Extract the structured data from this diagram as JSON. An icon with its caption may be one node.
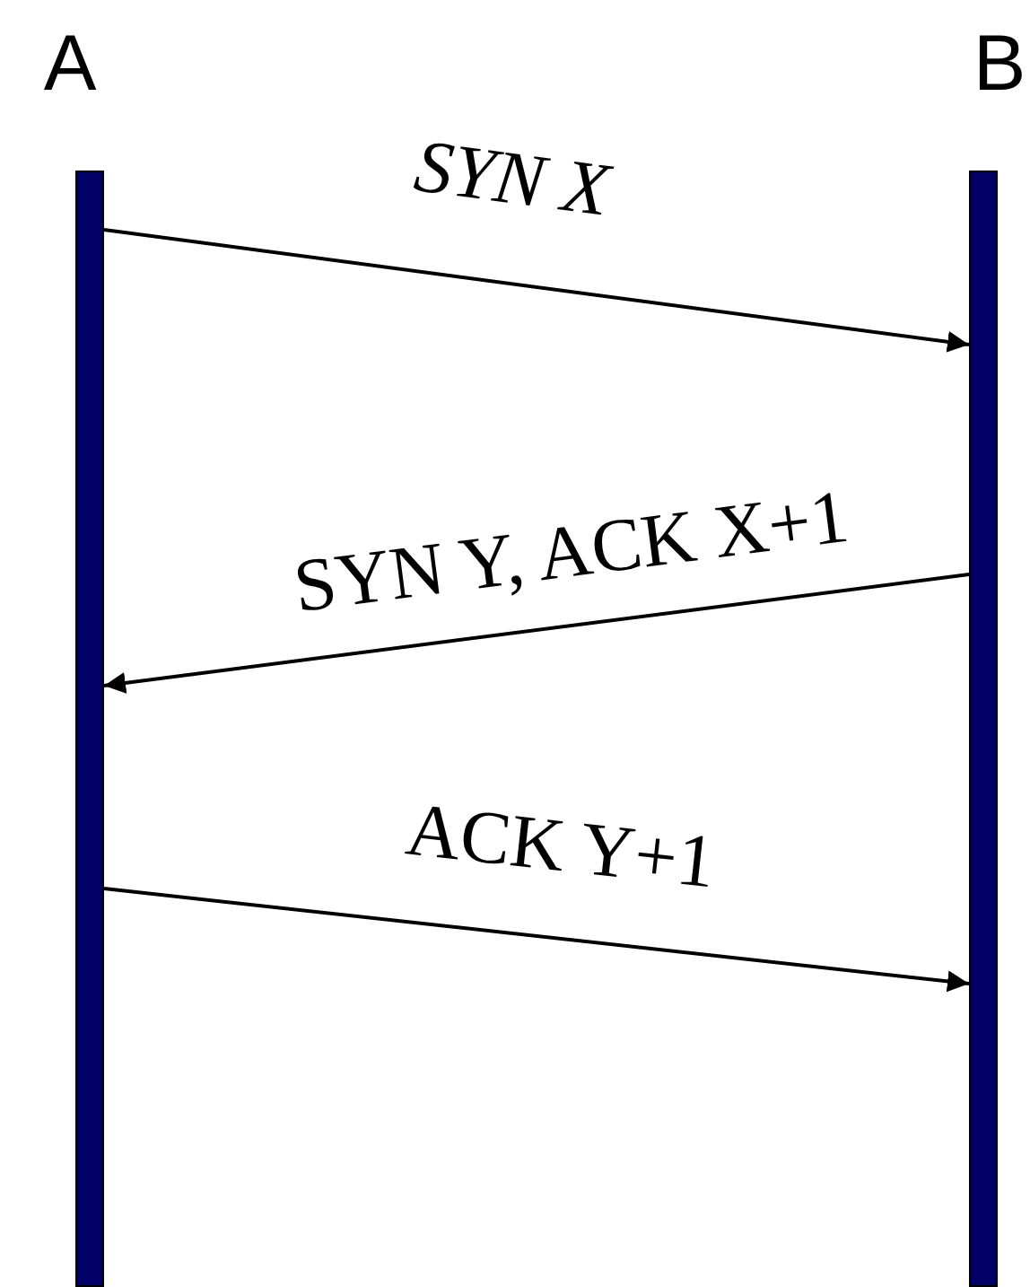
{
  "diagram": {
    "nodes": [
      {
        "text": [
          "A"
        ]
      },
      {
        "text": [
          "B"
        ]
      }
    ],
    "edges": [
      {
        "from": 0,
        "to": 1,
        "arrow": "to",
        "label": "SYN X"
      },
      {
        "from": 1,
        "to": 0,
        "arrow": "to",
        "label": "SYN Y, ACK X+1"
      },
      {
        "from": 0,
        "to": 1,
        "arrow": "to",
        "label": "ACK Y+1"
      }
    ]
  }
}
